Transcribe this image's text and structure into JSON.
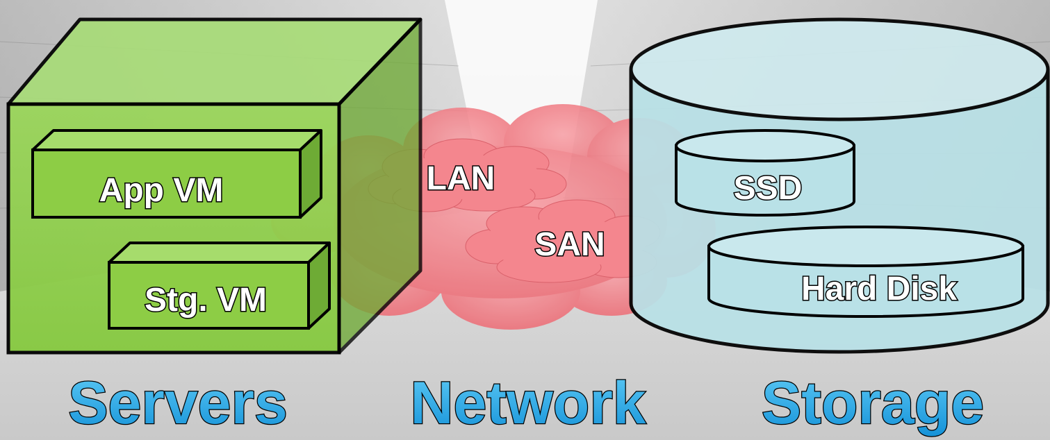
{
  "servers": {
    "vm_app_label": "App VM",
    "vm_storage_label": "Stg. VM",
    "caption": "Servers",
    "color": "#8fd14f"
  },
  "network": {
    "lan_label": "LAN",
    "san_label": "SAN",
    "caption": "Network",
    "color": "#f07b82"
  },
  "storage": {
    "ssd_label": "SSD",
    "hdd_label": "Hard Disk",
    "caption": "Storage",
    "color": "#b8e0e6"
  },
  "caption_color": "#29a9e6"
}
